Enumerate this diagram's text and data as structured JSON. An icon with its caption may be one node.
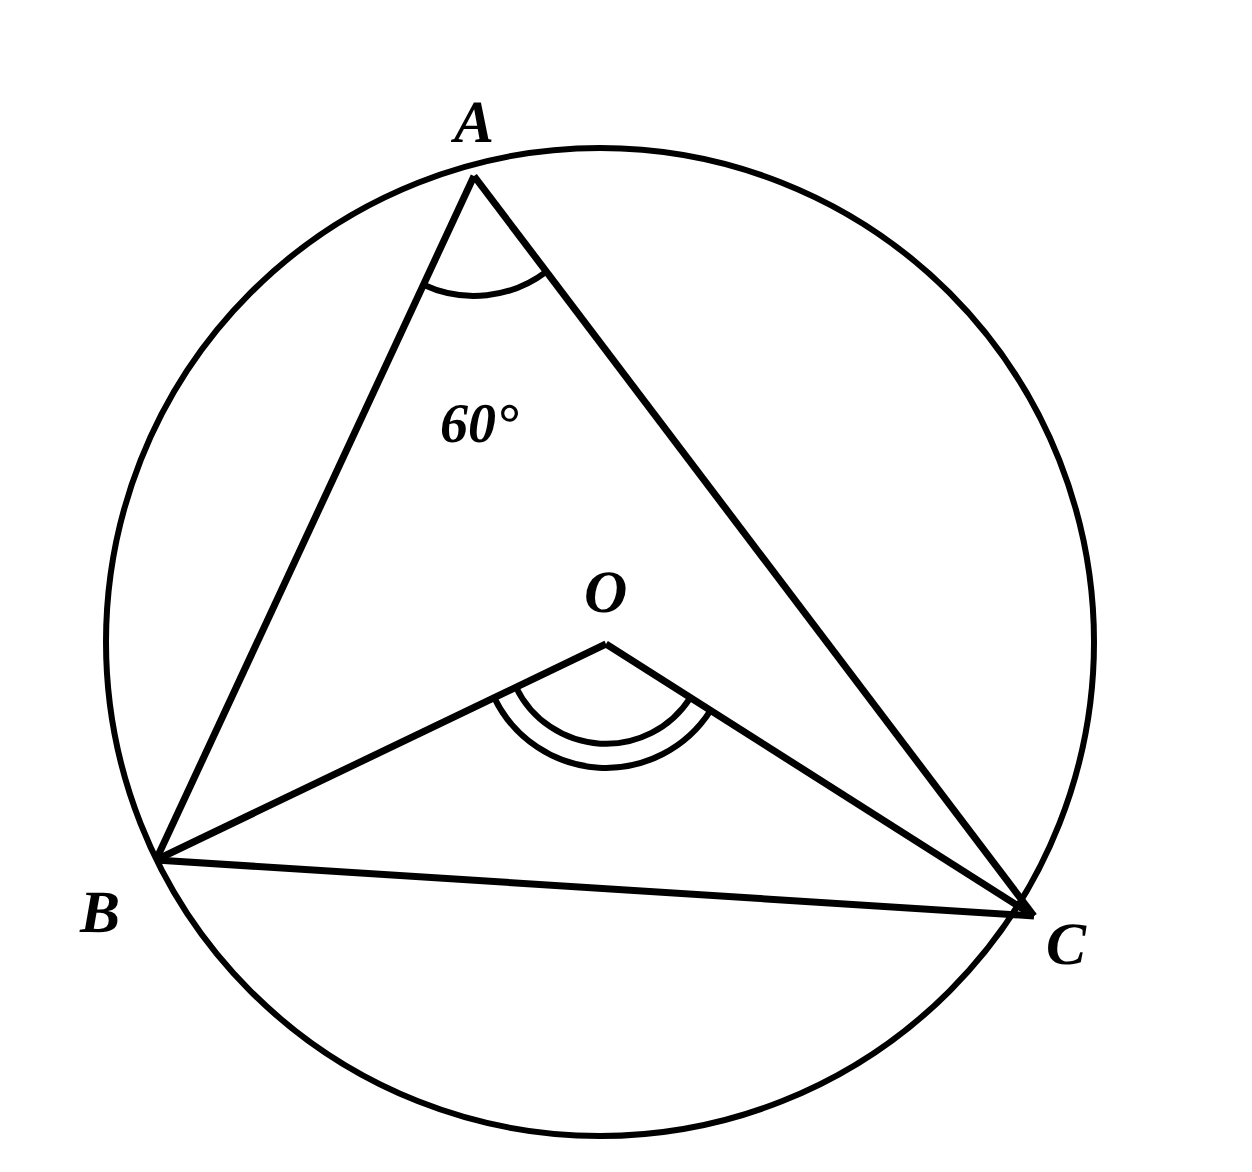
{
  "diagram": {
    "nodes": [
      {
        "text": [
          "A"
        ]
      },
      {
        "text": [
          "O"
        ]
      },
      {
        "text": [
          "B"
        ]
      },
      {
        "text": [
          "C"
        ]
      }
    ],
    "edges": [
      {
        "from": 0,
        "to": 2,
        "arrow": "none"
      },
      {
        "from": 0,
        "to": 3,
        "arrow": "none"
      },
      {
        "from": 2,
        "to": 3,
        "arrow": "none"
      },
      {
        "from": 1,
        "to": 2,
        "arrow": "none"
      },
      {
        "from": 1,
        "to": 3,
        "arrow": "none"
      }
    ],
    "labels": [
      "60°"
    ]
  }
}
